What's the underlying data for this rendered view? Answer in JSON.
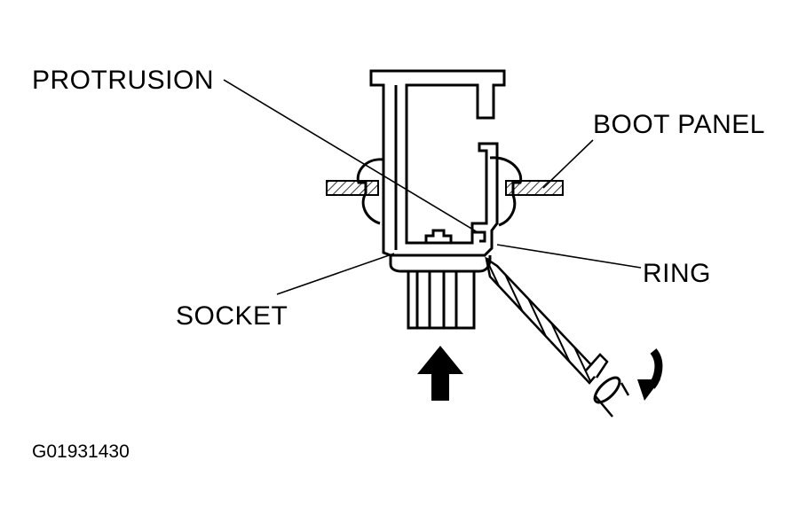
{
  "labels": {
    "protrusion": "PROTRUSION",
    "boot_panel": "BOOT PANEL",
    "ring": "RING",
    "socket": "SOCKET"
  },
  "figure_code": "G01931430",
  "colors": {
    "ink": "#000000",
    "background": "#ffffff"
  }
}
